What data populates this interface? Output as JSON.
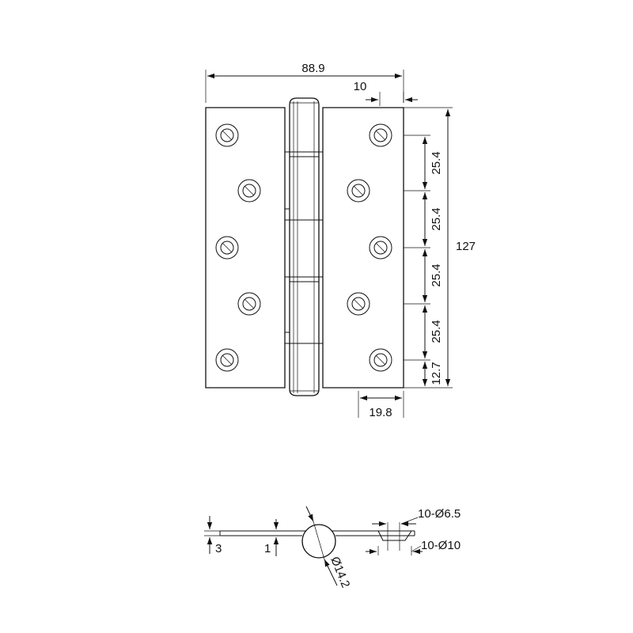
{
  "drawing": {
    "dimensions": {
      "overall_width": "88.9",
      "knuckle_offset": "10",
      "height": "127",
      "hole_spacing_1": "25.4",
      "hole_spacing_2": "25.4",
      "hole_spacing_3": "25.4",
      "hole_spacing_4": "25.4",
      "edge_offset": "12.7",
      "hole_from_edge": "19.8",
      "leaf_thickness": "3",
      "gap": "1",
      "knuckle_diameter": "Ø14.2",
      "hole_small": "10-Ø6.5",
      "hole_large": "10-Ø10"
    }
  }
}
